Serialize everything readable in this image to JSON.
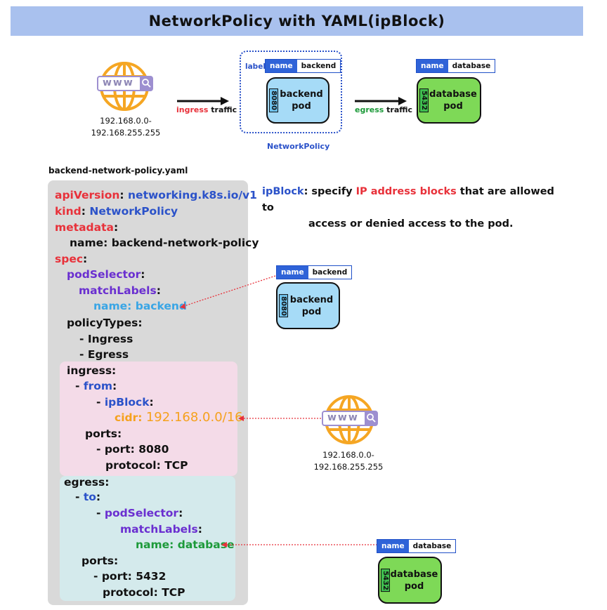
{
  "title": "NetworkPolicy with YAML(ipBlock)",
  "top_diagram": {
    "ip_range_line1": "192.168.0.0-",
    "ip_range_line2": "192.168.255.255",
    "www": "www",
    "ingress_word": "ingress",
    "ingress_traffic": " traffic",
    "egress_word": "egress",
    "egress_traffic": " traffic",
    "label_tag": "label",
    "backend_label_key": "name",
    "backend_label_value": "backend",
    "backend_pod_line1": "backend",
    "backend_pod_line2": "pod",
    "backend_port": "8080",
    "network_policy": "NetworkPolicy",
    "database_label_key": "name",
    "database_label_value": "database",
    "database_pod_line1": "database",
    "database_pod_line2": "pod",
    "database_port": "5432"
  },
  "file_name": "backend-network-policy.yaml",
  "description": {
    "keyword": "ipBlock",
    "part1": ": specify ",
    "highlight": "IP address blocks",
    "part2": " that are allowed to",
    "line2": "access or denied access to the pod."
  },
  "yaml": {
    "api_key": "apiVersion",
    "api_val": "networking.k8s.io/v1",
    "kind_key": "kind",
    "kind_val": "NetworkPolicy",
    "metadata_key": "metadata",
    "name_line": "name: backend-network-policy",
    "spec_key": "spec",
    "pod_selector_key": "podSelector",
    "match_labels_key": "matchLabels",
    "match_backend": "name: backend",
    "policy_types_key": "policyTypes:",
    "ingress_item": "- Ingress",
    "egress_item": "- Egress",
    "ingress_key": "ingress:",
    "from_key": "from",
    "ipblock_key": "ipBlock",
    "cidr_key": "cidr:",
    "cidr_val": "192.168.0.0/16",
    "ports_key": "ports:",
    "port_8080": "- port: 8080",
    "protocol_tcp": "protocol: TCP",
    "egress_key": "egress:",
    "to_key": "to",
    "pod_selector_key2": "podSelector",
    "match_labels_key2": "matchLabels",
    "match_database": "name: database",
    "ports_key2": "ports:",
    "port_5432": "- port: 5432",
    "protocol_tcp2": "protocol: TCP"
  },
  "colors": {
    "title_bg": "#a9c1ee",
    "backend_pod": "#a6dbf7",
    "database_pod": "#7ed957",
    "label_key_bg": "#2f63d8",
    "ingress_panel": "#f4dbe8",
    "egress_panel": "#d4eaec",
    "yaml_panel": "#d9d9d9",
    "globe": "#f5a623"
  }
}
